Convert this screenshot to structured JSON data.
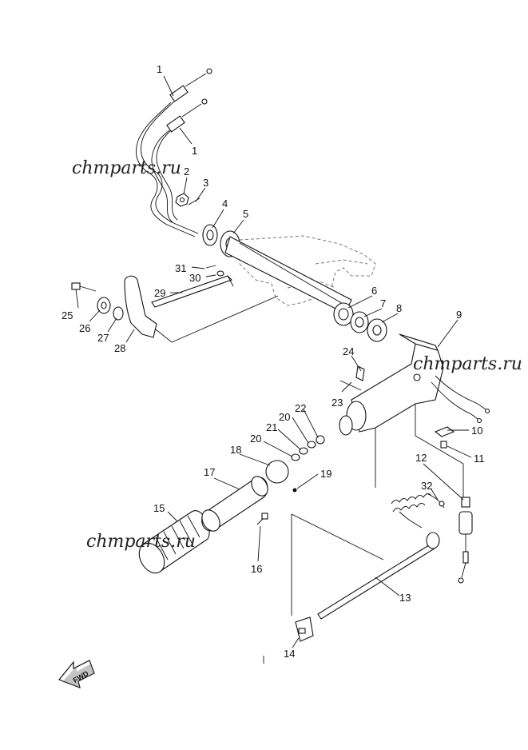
{
  "watermarks": [
    "chmparts.ru",
    "chmparts.ru",
    "chmparts.ru"
  ],
  "fwd_label": "FWD",
  "callouts": [
    {
      "id": "c1a",
      "text": "1"
    },
    {
      "id": "c1b",
      "text": "1"
    },
    {
      "id": "c2",
      "text": "2"
    },
    {
      "id": "c3",
      "text": "3"
    },
    {
      "id": "c4",
      "text": "4"
    },
    {
      "id": "c5",
      "text": "5"
    },
    {
      "id": "c6",
      "text": "6"
    },
    {
      "id": "c7",
      "text": "7"
    },
    {
      "id": "c8",
      "text": "8"
    },
    {
      "id": "c9",
      "text": "9"
    },
    {
      "id": "c10",
      "text": "10"
    },
    {
      "id": "c11",
      "text": "11"
    },
    {
      "id": "c12",
      "text": "12"
    },
    {
      "id": "c13",
      "text": "13"
    },
    {
      "id": "c14",
      "text": "14"
    },
    {
      "id": "c15",
      "text": "15"
    },
    {
      "id": "c16",
      "text": "16"
    },
    {
      "id": "c17",
      "text": "17"
    },
    {
      "id": "c18",
      "text": "18"
    },
    {
      "id": "c19",
      "text": "19"
    },
    {
      "id": "c20a",
      "text": "20"
    },
    {
      "id": "c20b",
      "text": "20"
    },
    {
      "id": "c21",
      "text": "21"
    },
    {
      "id": "c22",
      "text": "22"
    },
    {
      "id": "c23",
      "text": "23"
    },
    {
      "id": "c24",
      "text": "24"
    },
    {
      "id": "c25",
      "text": "25"
    },
    {
      "id": "c26",
      "text": "26"
    },
    {
      "id": "c27",
      "text": "27"
    },
    {
      "id": "c28",
      "text": "28"
    },
    {
      "id": "c29",
      "text": "29"
    },
    {
      "id": "c30",
      "text": "30"
    },
    {
      "id": "c31",
      "text": "31"
    },
    {
      "id": "c32",
      "text": "32"
    }
  ]
}
